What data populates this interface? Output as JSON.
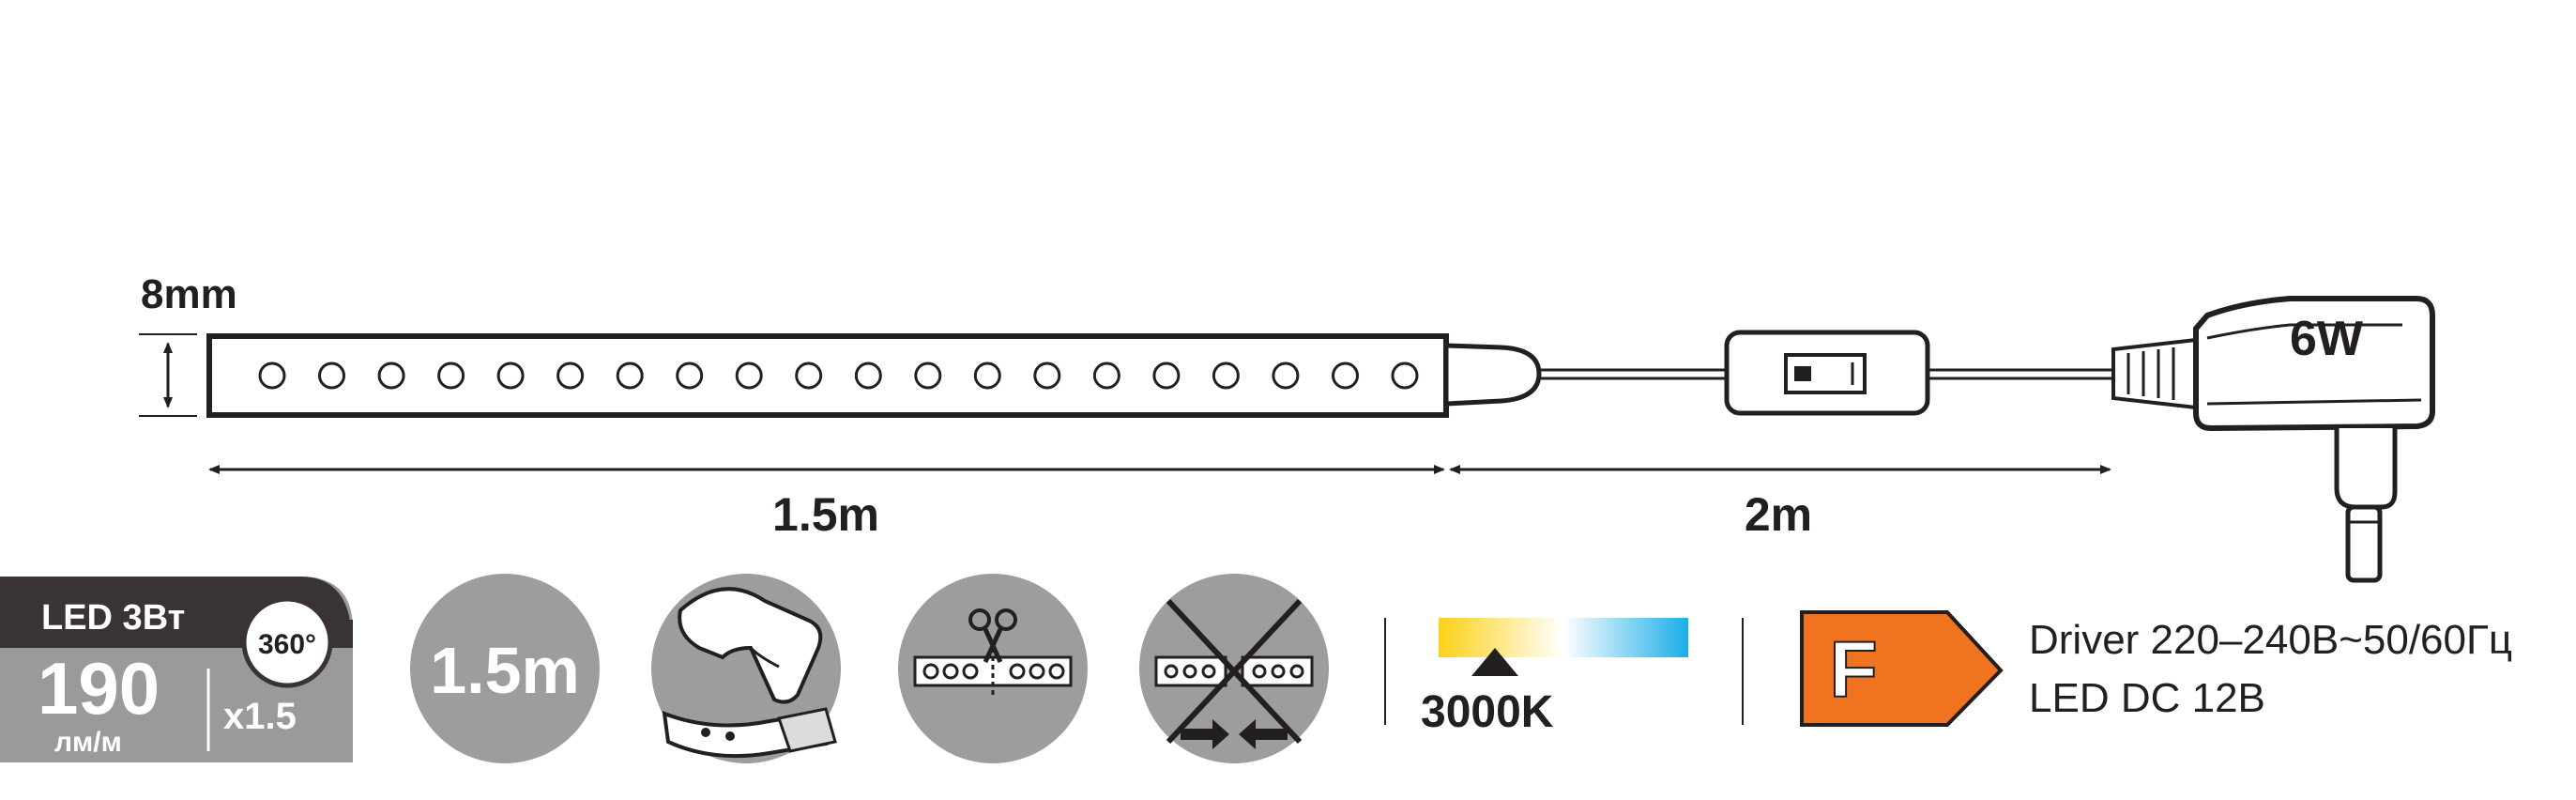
{
  "dimensions": {
    "height_label": "8mm",
    "strip_length_label": "1.5m",
    "cable_length_label": "2m",
    "adapter_power_label": "6W"
  },
  "strip": {
    "led_count": 20
  },
  "badge": {
    "top_label": "LED 3Вт",
    "lumen_value": "190",
    "lumen_unit": "лм/м",
    "multiplier": "x1.5",
    "angle": "360°"
  },
  "icons": {
    "length_label": "1.5m",
    "items": [
      "peel-and-stick-icon",
      "cut-line-icon",
      "no-joining-icon"
    ]
  },
  "color_temperature": {
    "label": "3000K",
    "gradient": [
      "#fcd116",
      "#ffffff",
      "#1aaee8"
    ]
  },
  "energy_class": {
    "letter": "F",
    "color": "#f07320"
  },
  "driver": {
    "line1": "Driver 220–240В~50/60Гц",
    "line2": "LED DC 12В"
  },
  "colors": {
    "ink": "#231f20",
    "badge_dark": "#3a3335",
    "badge_gray": "#9a9a9a",
    "icon_gray": "#9d9d9d"
  }
}
